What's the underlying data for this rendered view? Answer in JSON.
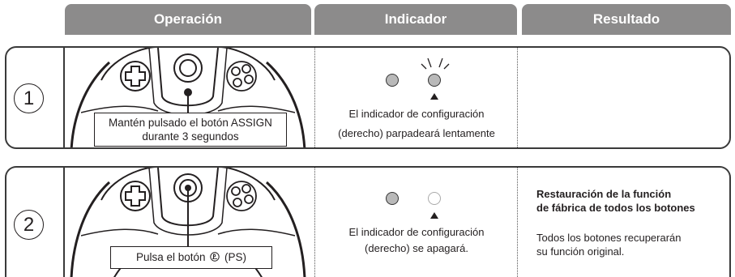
{
  "headers": {
    "operation": "Operación",
    "indicator": "Indicador",
    "result": "Resultado"
  },
  "steps": [
    {
      "number": "1",
      "callout_line1": "Mantén pulsado el botón ASSIGN",
      "callout_line2": "durante 3 segundos",
      "indicator_line1": "El indicador de configuración",
      "indicator_line2": "(derecho) parpadeará lentamente",
      "result_title_line1": "",
      "result_title_line2": "",
      "result_body_line1": "",
      "result_body_line2": ""
    },
    {
      "number": "2",
      "callout_prefix": "Pulsa el botón",
      "callout_suffix": "(PS)",
      "indicator_line1": "El indicador de configuración",
      "indicator_line2": "(derecho) se apagará.",
      "result_title_line1": "Restauración de la función",
      "result_title_line2": "de fábrica de todos los botones",
      "result_body_line1": "Todos los botones recuperarán",
      "result_body_line2": "su función original."
    }
  ],
  "colors": {
    "header_bg": "#8c8b8b",
    "led_on": "#b9b9b9",
    "led_off": "#ffffff",
    "outline": "#3a3a3a"
  },
  "icons": [
    "circled-number-1",
    "circled-number-2",
    "controller-illustration",
    "ps-button-icon",
    "led-blink-rays"
  ]
}
